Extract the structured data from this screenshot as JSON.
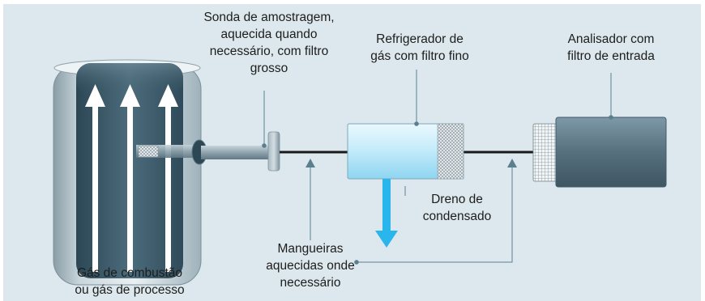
{
  "labels": {
    "probe": "Sonda de amostragem,\naquecida quando\nnecessário, com filtro\ngrosso",
    "cooler": "Refrigerador de\ngás com filtro fino",
    "analyzer": "Analisador com\nfiltro de entrada",
    "drain": "Dreno de\ncondensado",
    "hoses": "Mangueiras\naquecidas onde\nnecessário",
    "gas": "Gás de combustão\nou gás de processo"
  },
  "colors": {
    "background": "#dde8ee",
    "vessel_dark": "#3a5a6a",
    "cooler_blue": "#cfeefb",
    "drain_arrow": "#29b6ec",
    "analyzer_body": "#5a7888",
    "hose": "#1a1a1a",
    "pointer": "#5a7f8f"
  }
}
